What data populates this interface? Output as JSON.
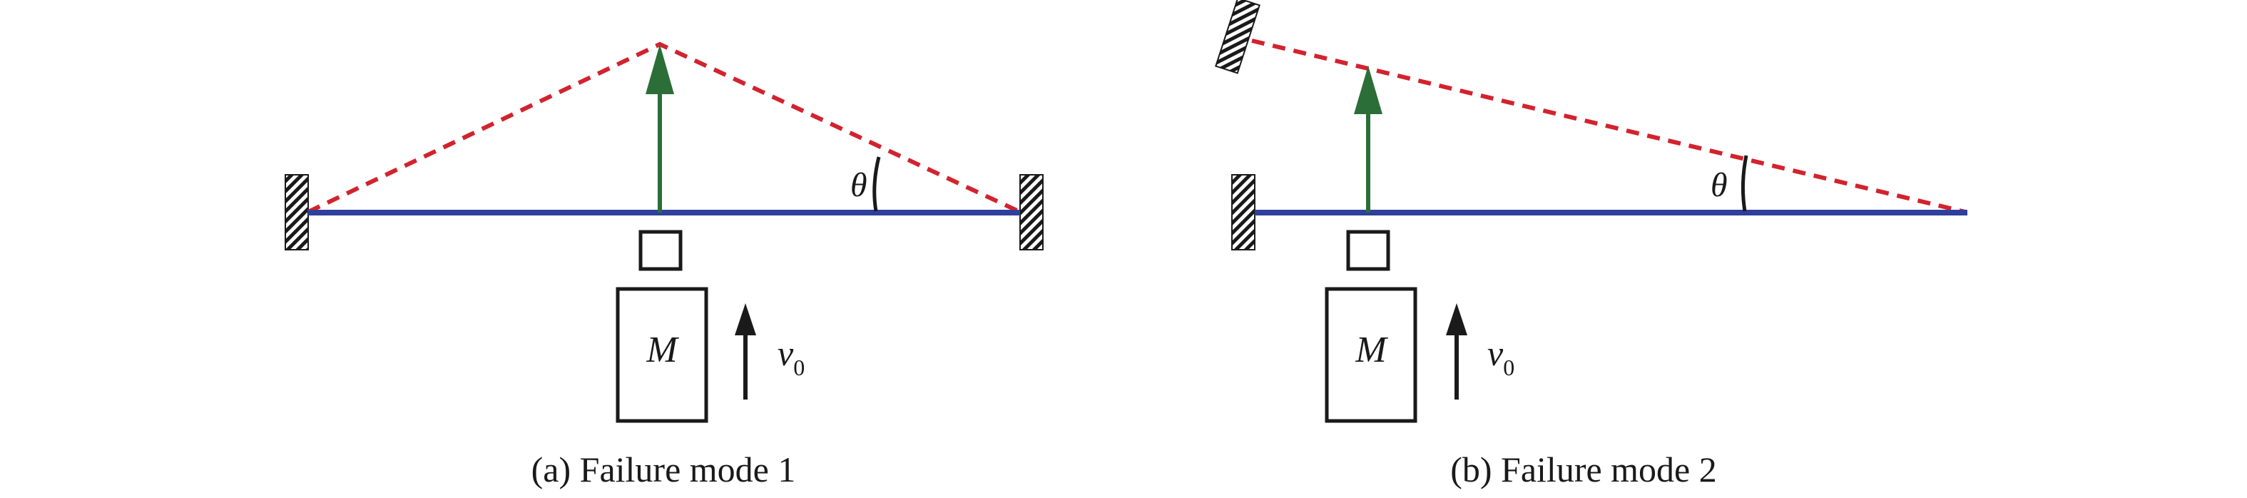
{
  "colors": {
    "beam": "#2f3f9c",
    "dashed_line": "#d2232e",
    "green_arrow": "#2b6e38",
    "black": "#1a1a1a"
  },
  "labels": {
    "theta": "θ",
    "mass": "M",
    "velocity_symbol": "v",
    "velocity_subscript": "0"
  },
  "panels": [
    {
      "id": "a",
      "caption": "(a) Failure mode 1"
    },
    {
      "id": "b",
      "caption": "(b) Failure mode 2"
    }
  ],
  "icons": [
    "fixed-support-hatch-icon",
    "up-arrow-icon"
  ]
}
